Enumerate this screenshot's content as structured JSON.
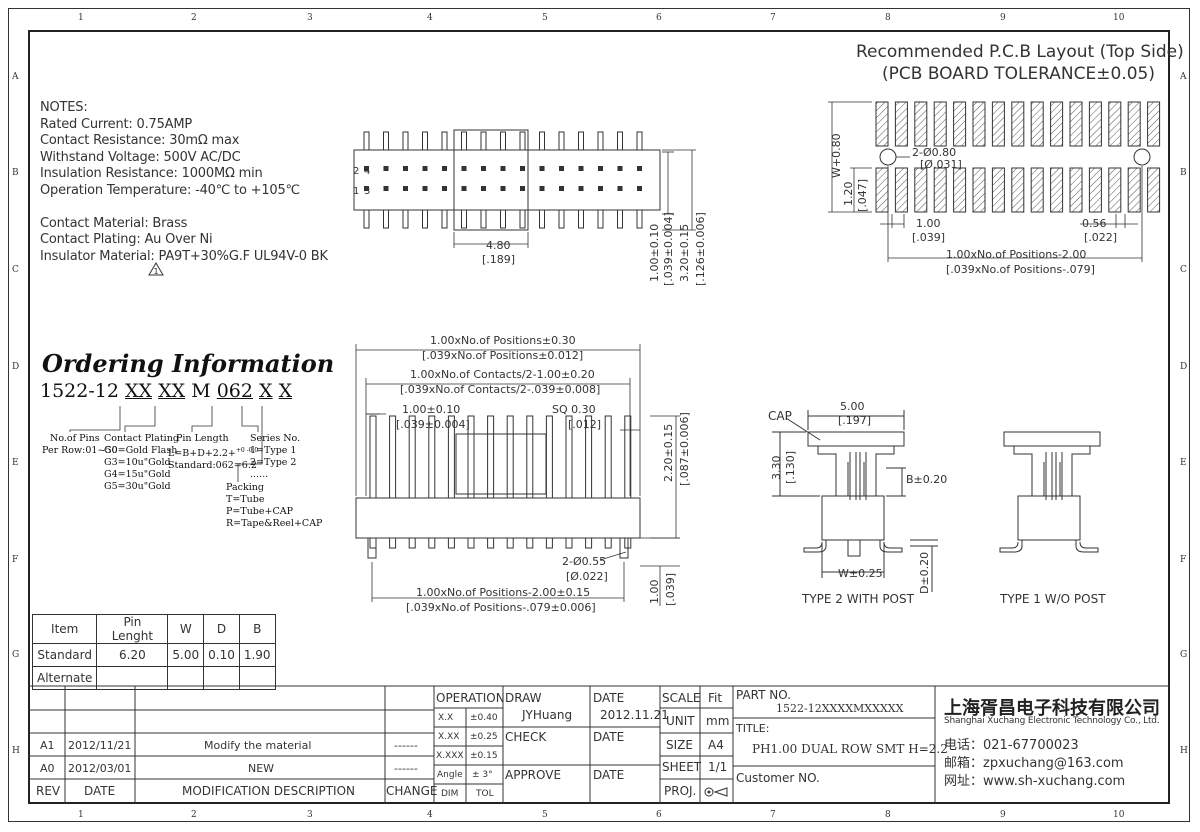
{
  "zones": {
    "columns": [
      "1",
      "2",
      "3",
      "4",
      "5",
      "6",
      "7",
      "8",
      "9",
      "10"
    ],
    "rows": [
      "A",
      "B",
      "C",
      "D",
      "E",
      "F",
      "G",
      "H"
    ]
  },
  "notes": {
    "heading": "NOTES:",
    "lines": [
      "Rated Current: 0.75AMP",
      "Contact Resistance: 30mΩ max",
      "Withstand Voltage: 500V AC/DC",
      "Insulation Resistance: 1000MΩ min",
      "Operation Temperature: -40℃ to +105℃"
    ],
    "material_lines": [
      "Contact Material: Brass",
      "Contact Plating: Au Over Ni",
      "Insulator Material: PA9T+30%G.F UL94V-0 BK"
    ],
    "warning_mark": "1"
  },
  "ordering": {
    "title": "Ordering Information",
    "code_prefix": "1522-12 ",
    "code_xx1": "XX",
    "code_xx2": "XX",
    "code_m": "M ",
    "code_len": "062",
    "code_x1": "X",
    "code_x2": "X",
    "pins_head": "No.of Pins",
    "pins_val": "Per Row:01~50",
    "plating_head": "Contact Plating",
    "plating_opts": [
      "G0=Gold Flash",
      "G3=10u\"Gold",
      "G4=15u\"Gold",
      "G5=30u\"Gold"
    ],
    "length_head": "Pin Length",
    "length_formula": "L=B+D+2.2+",
    "length_std": "Standard:062=6.2",
    "series_head": "Series No.",
    "series_opts": [
      "1=Type 1",
      "2=Type 2",
      "......"
    ],
    "packing_head": "Packing",
    "packing_opts": [
      "T=Tube",
      "P=Tube+CAP",
      "R=Tape&Reel+CAP"
    ]
  },
  "pcb": {
    "title1": "Recommended P.C.B Layout (Top Side)",
    "title2": "(PCB BOARD TOLERANCE±0.05)",
    "dim_w": "W+0.80",
    "dim_120": "1.20",
    "dim_047": "[.047]",
    "dim_hole": "2-Ø0.80",
    "dim_hole_in": "[Ø.031]",
    "dim_100": "1.00",
    "dim_039": "[.039]",
    "dim_056": "0.56",
    "dim_022": "[.022]",
    "dim_pos": "1.00xNo.of Positions-2.00",
    "dim_pos_in": "[.039xNo.of Positions-.079]"
  },
  "top_view": {
    "row2": "2",
    "row4": "4",
    "row1": "1",
    "row3": "3",
    "dim_480": "4.80",
    "dim_189": "[.189]",
    "dim_100": "1.00±0.10",
    "dim_100_in": "[.039±0.004]",
    "dim_320": "3.20±0.15",
    "dim_320_in": "[.126±0.006]"
  },
  "front_view": {
    "d1": "1.00xNo.of Positions±0.30",
    "d1_in": "[.039xNo.of Positions±0.012]",
    "d2": "1.00xNo.of Contacts/2-1.00±0.20",
    "d2_in": "[.039xNo.of Contacts/2-.039±0.008]",
    "d3": "1.00±0.10",
    "d3_in": "[.039±0.004]",
    "d4": "SQ 0.30",
    "d4_in": "[.012]",
    "d5": "2.20±0.15",
    "d5_in": "[.087±0.006]",
    "d6": "2-Ø0.55",
    "d6_in": "[Ø.022]",
    "d7": "1.00xNo.of Positions-2.00±0.15",
    "d7_in": "[.039xNo.of Positions-.079±0.006]",
    "d8": "1.00",
    "d8_in": "[.039]"
  },
  "side_views": {
    "cap": "CAP",
    "d500": "5.00",
    "d197": "[.197]",
    "d330": "3.30",
    "d130": "[.130]",
    "db": "B±0.20",
    "dw": "W±0.25",
    "dd": "D±0.20",
    "type2": "TYPE 2 WITH POST",
    "type1": "TYPE 1 W/O POST"
  },
  "param_table": {
    "headers": [
      "Item",
      "Pin Lenght",
      "W",
      "D",
      "B"
    ],
    "rows": [
      [
        "Standard",
        "6.20",
        "5.00",
        "0.10",
        "1.90"
      ],
      [
        "Alternate",
        "",
        "",
        "",
        ""
      ]
    ]
  },
  "revisions": {
    "rows": [
      {
        "rev": "A1",
        "date": "2012/11/21",
        "desc": "Modify  the material",
        "change": "------"
      },
      {
        "rev": "A0",
        "date": "2012/03/01",
        "desc": "NEW",
        "change": "------"
      }
    ],
    "h_rev": "REV",
    "h_date": "DATE",
    "h_desc": "MODIFICATION DESCRIPTION",
    "h_change": "CHANGE"
  },
  "title_block": {
    "operation": "OPERATION",
    "tol": [
      [
        "X.X",
        "±0.40"
      ],
      [
        "X.XX",
        "±0.25"
      ],
      [
        "X.XXX",
        "±0.15"
      ],
      [
        "Angle",
        "± 3°"
      ]
    ],
    "dim": "DIM",
    "tolh": "TOL",
    "draw": "DRAW",
    "drawer": "JYHuang",
    "check": "CHECK",
    "approve": "APPROVE",
    "date": "DATE",
    "draw_date": "2012.11.21",
    "scale": "SCALE",
    "scale_v": "Fit",
    "unit": "UNIT",
    "unit_v": "mm",
    "size": "SIZE",
    "size_v": "A4",
    "sheet": "SHEET",
    "sheet_v": "1/1",
    "proj": "PROJ.",
    "part_no_label": "PART NO.",
    "part_no": "1522-12XXXXMXXXXX",
    "title_label": "TITLE:",
    "title": "PH1.00 DUAL ROW SMT H=2.2",
    "customer": "Customer NO.",
    "company_cn": "上海胥昌电子科技有限公司",
    "company_en": "Shanghai Xuchang Electronic Technology Co., Ltd.",
    "phone": "电话：021-67700023",
    "email": "邮箱：zpxuchang@163.com",
    "web": "网址：www.sh-xuchang.com"
  }
}
